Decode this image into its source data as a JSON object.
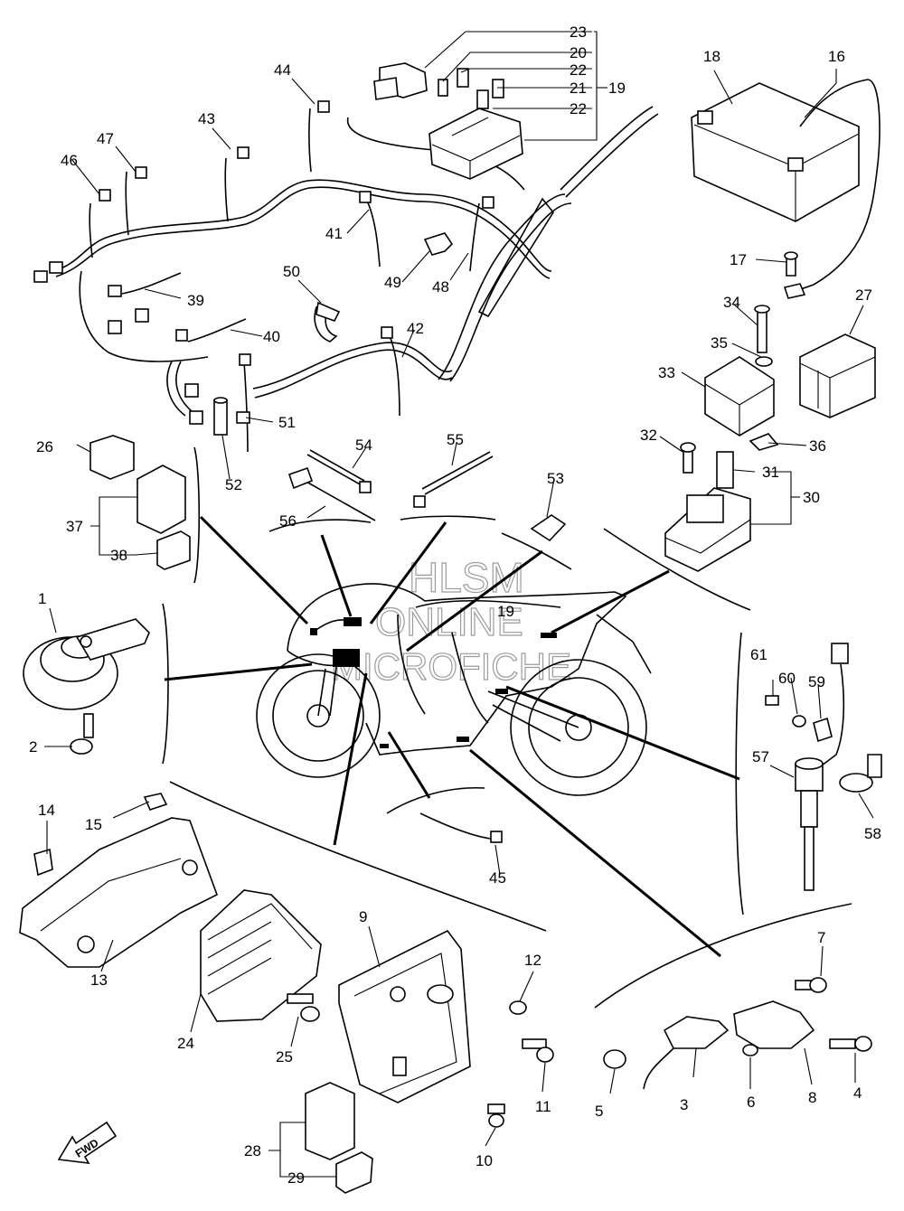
{
  "watermark": {
    "line1": "HLSM",
    "line2": "ONLINE",
    "line3": "MICROFICHE"
  },
  "fwd_label": "FWD",
  "callouts": [
    {
      "id": "c1",
      "text": "1"
    },
    {
      "id": "c2",
      "text": "2"
    },
    {
      "id": "c3",
      "text": "3"
    },
    {
      "id": "c4",
      "text": "4"
    },
    {
      "id": "c5",
      "text": "5"
    },
    {
      "id": "c6",
      "text": "6"
    },
    {
      "id": "c7",
      "text": "7"
    },
    {
      "id": "c8",
      "text": "8"
    },
    {
      "id": "c9",
      "text": "9"
    },
    {
      "id": "c10",
      "text": "10"
    },
    {
      "id": "c11",
      "text": "11"
    },
    {
      "id": "c12",
      "text": "12"
    },
    {
      "id": "c13",
      "text": "13"
    },
    {
      "id": "c14",
      "text": "14"
    },
    {
      "id": "c15",
      "text": "15"
    },
    {
      "id": "c16",
      "text": "16"
    },
    {
      "id": "c17",
      "text": "17"
    },
    {
      "id": "c18",
      "text": "18"
    },
    {
      "id": "c19a",
      "text": "19"
    },
    {
      "id": "c19b",
      "text": "19"
    },
    {
      "id": "c20",
      "text": "20"
    },
    {
      "id": "c21",
      "text": "21"
    },
    {
      "id": "c22a",
      "text": "22"
    },
    {
      "id": "c22b",
      "text": "22"
    },
    {
      "id": "c23",
      "text": "23"
    },
    {
      "id": "c24",
      "text": "24"
    },
    {
      "id": "c25",
      "text": "25"
    },
    {
      "id": "c26",
      "text": "26"
    },
    {
      "id": "c27",
      "text": "27"
    },
    {
      "id": "c28",
      "text": "28"
    },
    {
      "id": "c29",
      "text": "29"
    },
    {
      "id": "c30",
      "text": "30"
    },
    {
      "id": "c31",
      "text": "31"
    },
    {
      "id": "c32",
      "text": "32"
    },
    {
      "id": "c33",
      "text": "33"
    },
    {
      "id": "c34",
      "text": "34"
    },
    {
      "id": "c35",
      "text": "35"
    },
    {
      "id": "c36",
      "text": "36"
    },
    {
      "id": "c37",
      "text": "37"
    },
    {
      "id": "c38",
      "text": "38"
    },
    {
      "id": "c39",
      "text": "39"
    },
    {
      "id": "c40",
      "text": "40"
    },
    {
      "id": "c41",
      "text": "41"
    },
    {
      "id": "c42",
      "text": "42"
    },
    {
      "id": "c43",
      "text": "43"
    },
    {
      "id": "c44",
      "text": "44"
    },
    {
      "id": "c45",
      "text": "45"
    },
    {
      "id": "c46",
      "text": "46"
    },
    {
      "id": "c47",
      "text": "47"
    },
    {
      "id": "c48",
      "text": "48"
    },
    {
      "id": "c49",
      "text": "49"
    },
    {
      "id": "c50",
      "text": "50"
    },
    {
      "id": "c51",
      "text": "51"
    },
    {
      "id": "c52",
      "text": "52"
    },
    {
      "id": "c53",
      "text": "53"
    },
    {
      "id": "c54",
      "text": "54"
    },
    {
      "id": "c55",
      "text": "55"
    },
    {
      "id": "c56",
      "text": "56"
    },
    {
      "id": "c57",
      "text": "57"
    },
    {
      "id": "c58",
      "text": "58"
    },
    {
      "id": "c59",
      "text": "59"
    },
    {
      "id": "c60",
      "text": "60"
    },
    {
      "id": "c61",
      "text": "61"
    }
  ]
}
